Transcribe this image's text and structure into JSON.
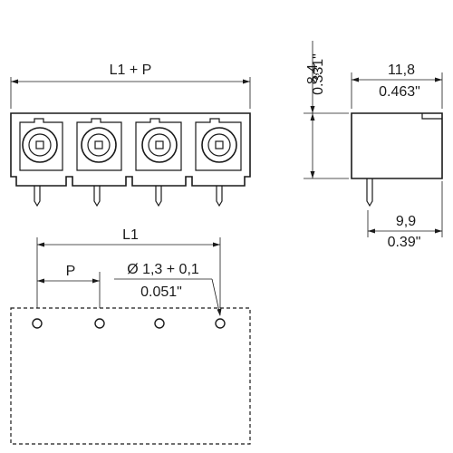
{
  "front_view": {
    "overall_dim_label": "L1 + P"
  },
  "side_view": {
    "height_mm": "8,4",
    "height_in": "0.331\"",
    "depth_mm": "11,8",
    "depth_in": "0.463\"",
    "pin_offset_mm": "9,9",
    "pin_offset_in": "0.39\""
  },
  "pcb_layout": {
    "length_label": "L1",
    "pitch_label": "P",
    "hole_dia_mm": "Ø 1,3 + 0,1",
    "hole_dia_in": "0.051\"",
    "hole_count": 4
  },
  "colors": {
    "line": "#1a1a1a",
    "background": "#ffffff"
  }
}
